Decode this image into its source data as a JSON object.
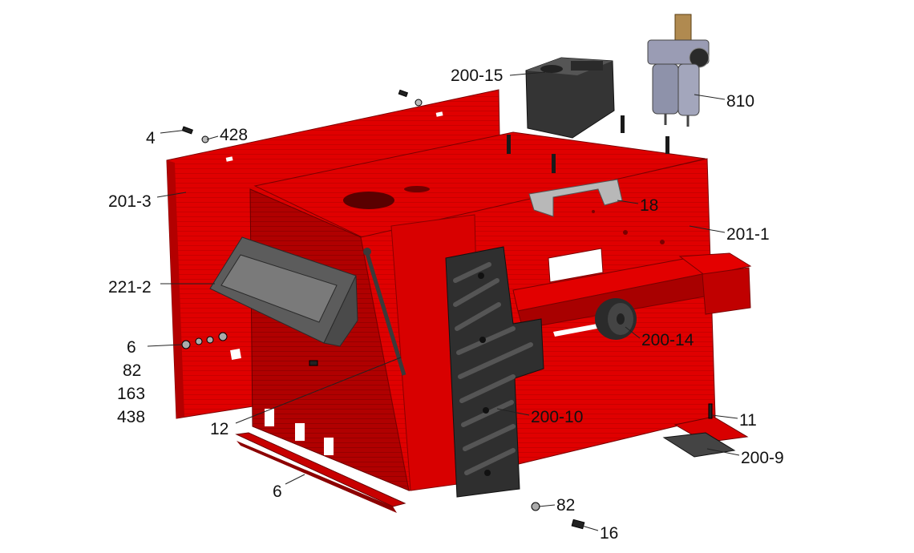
{
  "colors": {
    "frame_red": "#e00000",
    "frame_red_dark": "#9c0000",
    "frame_red_mid": "#c40000",
    "part_black": "#2a2a2a",
    "part_grey": "#5a5a5a",
    "regulator_blue": "#8e92aa"
  },
  "callouts": [
    {
      "id": "c-200-15",
      "text": "200-15"
    },
    {
      "id": "c-810",
      "text": "810"
    },
    {
      "id": "c-4",
      "text": "4"
    },
    {
      "id": "c-428",
      "text": "428"
    },
    {
      "id": "c-201-3",
      "text": "201-3"
    },
    {
      "id": "c-18",
      "text": "18"
    },
    {
      "id": "c-201-1",
      "text": "201-1"
    },
    {
      "id": "c-221-2",
      "text": "221-2"
    },
    {
      "id": "c-200-14",
      "text": "200-14"
    },
    {
      "id": "c-6a",
      "text": "6"
    },
    {
      "id": "c-82a",
      "text": "82"
    },
    {
      "id": "c-163",
      "text": "163"
    },
    {
      "id": "c-438",
      "text": "438"
    },
    {
      "id": "c-12",
      "text": "12"
    },
    {
      "id": "c-200-10",
      "text": "200-10"
    },
    {
      "id": "c-11",
      "text": "11"
    },
    {
      "id": "c-200-9",
      "text": "200-9"
    },
    {
      "id": "c-6b",
      "text": "6"
    },
    {
      "id": "c-82b",
      "text": "82"
    },
    {
      "id": "c-16",
      "text": "16"
    }
  ]
}
